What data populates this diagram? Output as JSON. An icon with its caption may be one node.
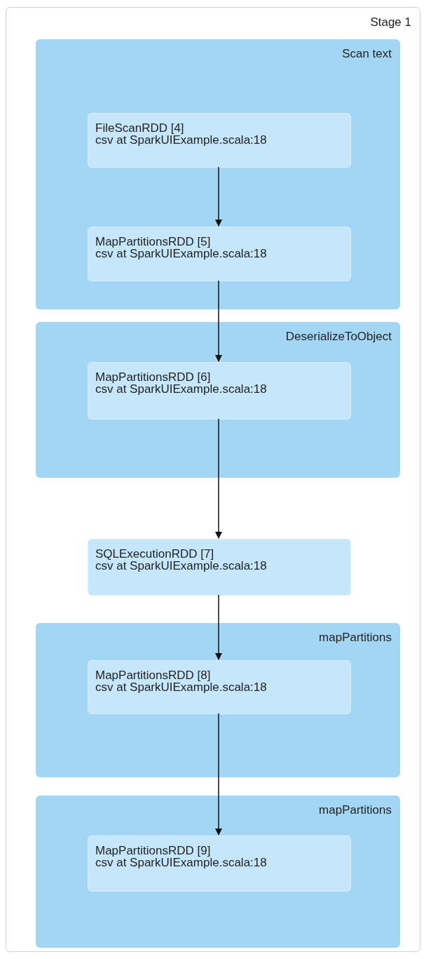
{
  "diagram": {
    "nodes": [
      {
        "text": [
          "Stage 1"
        ]
      },
      {
        "text": [
          "Scan text"
        ],
        "in": 0
      },
      {
        "text": [
          "FileScanRDD [4]",
          "csv at SparkUIExample.scala:18"
        ],
        "in": 1
      },
      {
        "text": [
          "MapPartitionsRDD [5]",
          "csv at SparkUIExample.scala:18"
        ],
        "in": 1
      },
      {
        "text": [
          "DeserializeToObject"
        ],
        "in": 0
      },
      {
        "text": [
          "MapPartitionsRDD [6]",
          "csv at SparkUIExample.scala:18"
        ],
        "in": 4
      },
      {
        "text": [
          "SQLExecutionRDD [7]",
          "csv at SparkUIExample.scala:18"
        ],
        "in": 0
      },
      {
        "text": [
          "mapPartitions"
        ],
        "in": 0
      },
      {
        "text": [
          "MapPartitionsRDD [8]",
          "csv at SparkUIExample.scala:18"
        ],
        "in": 7
      },
      {
        "text": [
          "mapPartitions"
        ],
        "in": 0
      },
      {
        "text": [
          "MapPartitionsRDD [9]",
          "csv at SparkUIExample.scala:18"
        ],
        "in": 9
      }
    ],
    "edges": [
      {
        "from": 2,
        "to": 3,
        "arrow": "to"
      },
      {
        "from": 3,
        "to": 5,
        "arrow": "to"
      },
      {
        "from": 5,
        "to": 6,
        "arrow": "to"
      },
      {
        "from": 6,
        "to": 8,
        "arrow": "to"
      },
      {
        "from": 8,
        "to": 10,
        "arrow": "to"
      }
    ]
  }
}
